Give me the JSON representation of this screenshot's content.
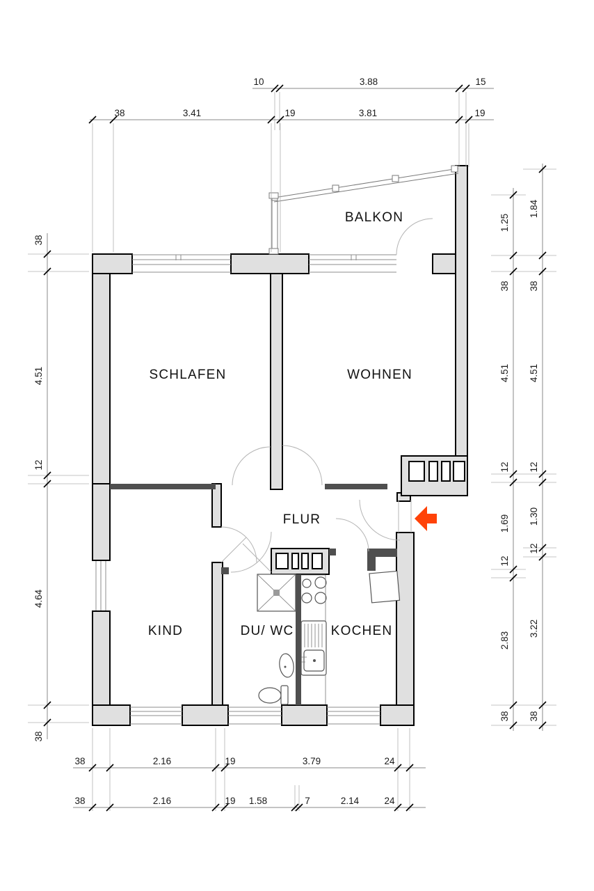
{
  "plan": {
    "rooms": {
      "balkon": "BALKON",
      "schlafen": "SCHLAFEN",
      "wohnen": "WOHNEN",
      "flur": "FLUR",
      "kind": "KIND",
      "du_wc": "DU/ WC",
      "kochen": "KOCHEN"
    },
    "dimensions": {
      "top_row_1": [
        "10",
        "3.88",
        "15"
      ],
      "top_row_2": [
        "38",
        "3.41",
        "19",
        "3.81",
        "19"
      ],
      "left": [
        "38",
        "4.51",
        "12",
        "4.64",
        "38"
      ],
      "right_inner": [
        "1.25",
        "38",
        "4.51",
        "12",
        "1.69",
        "12",
        "2.83",
        "38"
      ],
      "right_outer": [
        "1.84",
        "38",
        "4.51",
        "12",
        "1.30",
        "12",
        "3.22",
        "38"
      ],
      "bottom_row_1": [
        "38",
        "2.16",
        "19",
        "3.79",
        "24"
      ],
      "bottom_row_2": [
        "38",
        "2.16",
        "19",
        "1.58",
        "7",
        "2.14",
        "24"
      ]
    },
    "colors": {
      "wall_fill": "#e0e0e0",
      "wall_dark": "#4f4f4f",
      "entrance_arrow": "#ff4208",
      "dim_line": "#8a8a8a"
    }
  }
}
